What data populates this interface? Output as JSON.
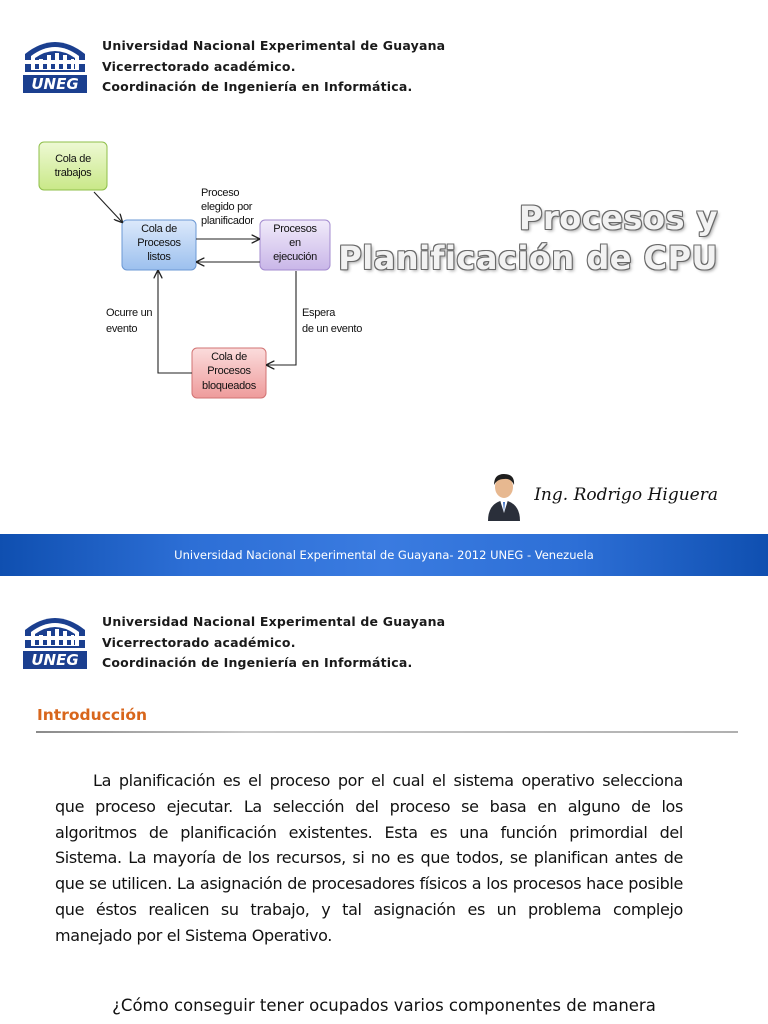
{
  "header": {
    "line1": "Universidad Nacional Experimental de Guayana",
    "line2": "Vicerrectorado académico.",
    "line3": "Coordinación de Ingeniería en Informática.",
    "logo_text": "UNEG",
    "logo_color": "#1b3f8f"
  },
  "slide1": {
    "title_line1": "Procesos y",
    "title_line2": "Planificación de CPU",
    "author": "Ing. Rodrigo Higuera",
    "footer": "Universidad Nacional Experimental de Guayana- 2012 UNEG - Venezuela",
    "diagram": {
      "nodes": {
        "jobs": [
          "Cola de",
          "trabajos"
        ],
        "ready": [
          "Cola de",
          "Procesos",
          "listos"
        ],
        "running": [
          "Procesos",
          "en",
          "ejecución"
        ],
        "blocked": [
          "Cola de",
          "Procesos",
          "bloqueados"
        ]
      },
      "edges": {
        "dispatch": [
          "Proceso",
          "elegido por",
          "planificador"
        ],
        "wait": [
          "Espera",
          "de un evento"
        ],
        "event": [
          "Ocurre un",
          "evento"
        ]
      },
      "colors": {
        "jobs": "#d9f0a8",
        "ready": "#b8d4f5",
        "running": "#ddd0f0",
        "blocked": "#f6b6b6"
      }
    }
  },
  "slide2": {
    "heading": "Introducción",
    "heading_color": "#d8661c",
    "paragraph": "La planificación es el proceso por el cual el sistema operativo selecciona que proceso ejecutar. La selección del proceso se basa en alguno de los algoritmos de planificación existentes. Esta es una función primordial del Sistema. La mayoría de los recursos, si no es que todos, se planifican antes de que se utilicen. La asignación de procesadores físicos a los procesos hace posible que éstos realicen su trabajo, y tal asignación es un problema complejo manejado por el Sistema Operativo.",
    "question": "¿Cómo conseguir tener ocupados varios componentes de manera"
  }
}
